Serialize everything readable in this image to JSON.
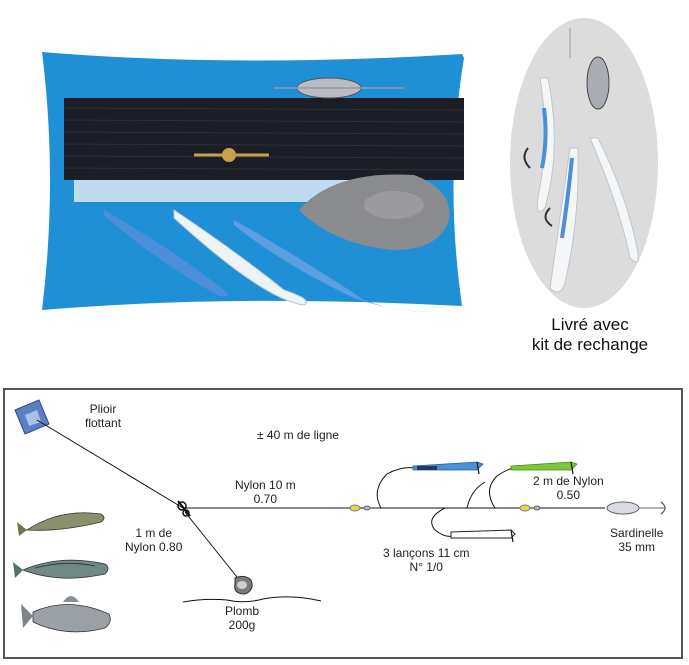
{
  "photo": {
    "caption_line1": "Livré avec",
    "caption_line2": "kit de rechange"
  },
  "diagram": {
    "plioir_line1": "Plioir",
    "plioir_line2": "flottant",
    "ligne_total": "± 40 m de ligne",
    "nylon_main_line1": "Nylon 10 m",
    "nylon_main_line2": "0.70",
    "nylon_plomb_line1": "1 m de",
    "nylon_plomb_line2": "Nylon 0.80",
    "plomb_line1": "Plomb",
    "plomb_line2": "200g",
    "lancons_line1": "3 lançons 11 cm",
    "lancons_line2": "N° 1/0",
    "nylon_end_line1": "2 m de Nylon",
    "nylon_end_line2": "0.50",
    "sardinelle_line1": "Sardinelle",
    "sardinelle_line2": "35 mm"
  },
  "colors": {
    "spool_blue": "#1f8fd6",
    "line_black": "#1b1e26",
    "lure_blue": "#4a8fd8",
    "lure_green": "#7ec63a",
    "plioir_blue": "#5c7fc4"
  }
}
